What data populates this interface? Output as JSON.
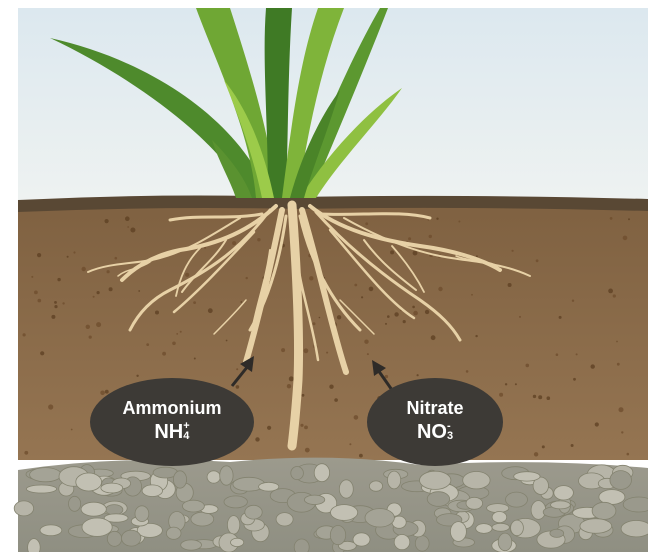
{
  "labels": {
    "ammonium": {
      "name": "Ammonium",
      "formula_base": "NH",
      "charge": "+",
      "subscript": "4"
    },
    "nitrate": {
      "name": "Nitrate",
      "formula_base": "NO",
      "charge": "-",
      "subscript": "3"
    }
  },
  "colors": {
    "sky_top": "#dce8ef",
    "sky_bottom": "#eef3f4",
    "soil": "#8a6a46",
    "soil_surface": "#5b4a35",
    "gravel": "#a9a89c",
    "roots": "#e8d2a8",
    "grass_dark": "#4f8a2a",
    "grass_light": "#8ebe3c",
    "ion_bubble": "#3e3b37",
    "arrow": "#2e2b28"
  }
}
